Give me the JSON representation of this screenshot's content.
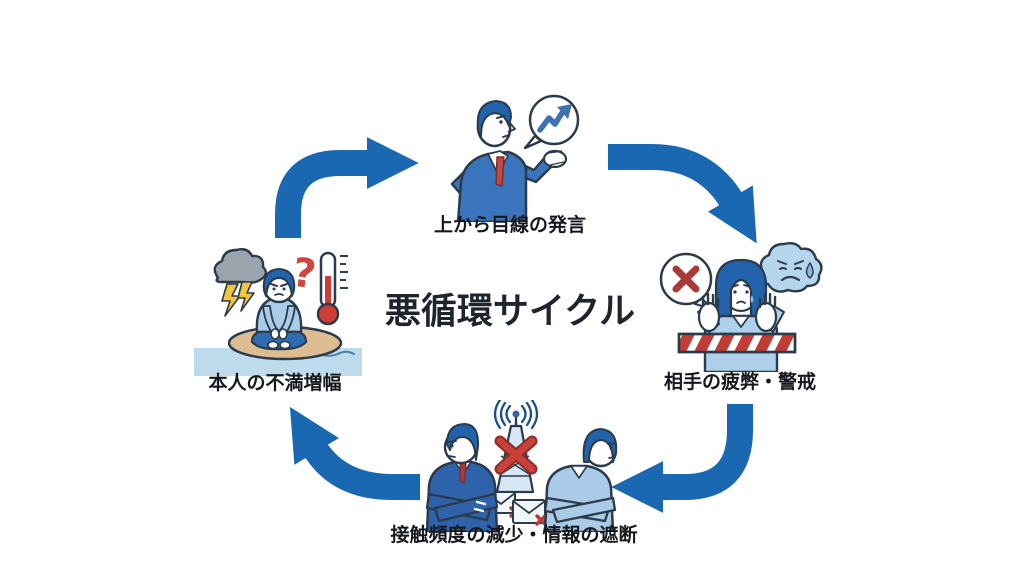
{
  "diagram": {
    "center_title": "悪循環サイクル",
    "flow_direction": "clockwise",
    "steps": [
      {
        "position": "top",
        "label": "上から目線の発言",
        "icon": "condescending-businessman-icon"
      },
      {
        "position": "right",
        "label": "相手の疲弊・警戒",
        "icon": "exhausted-wary-woman-icon"
      },
      {
        "position": "bottom",
        "label": "接触頻度の減少・情報の遮断",
        "icon": "communication-cutoff-pair-icon"
      },
      {
        "position": "left",
        "label": "本人の不満増幅",
        "icon": "frustrated-isolated-person-icon"
      }
    ]
  },
  "colors": {
    "background": "#ffffff",
    "arrow_blue": "#1b68b2",
    "title_dark": "#20252d",
    "label_dark": "#15181c",
    "outline_navy": "#2b3b4c",
    "suit_blue": "#3a74bd",
    "dark_suit_blue": "#2e63ab",
    "hair_blue": "#2263ab",
    "light_blue_clothing": "#a9cde9",
    "thought_cloud_blue": "#b5d5ec",
    "alert_red": "#c9413a",
    "dark_red_x": "#a83a3a",
    "tie_red": "#bf4a44",
    "lightning_yellow": "#f3c73a",
    "storm_gray": "#9ba3ac",
    "sand_tan": "#dcbc90",
    "water_blue": "#bedbee"
  }
}
